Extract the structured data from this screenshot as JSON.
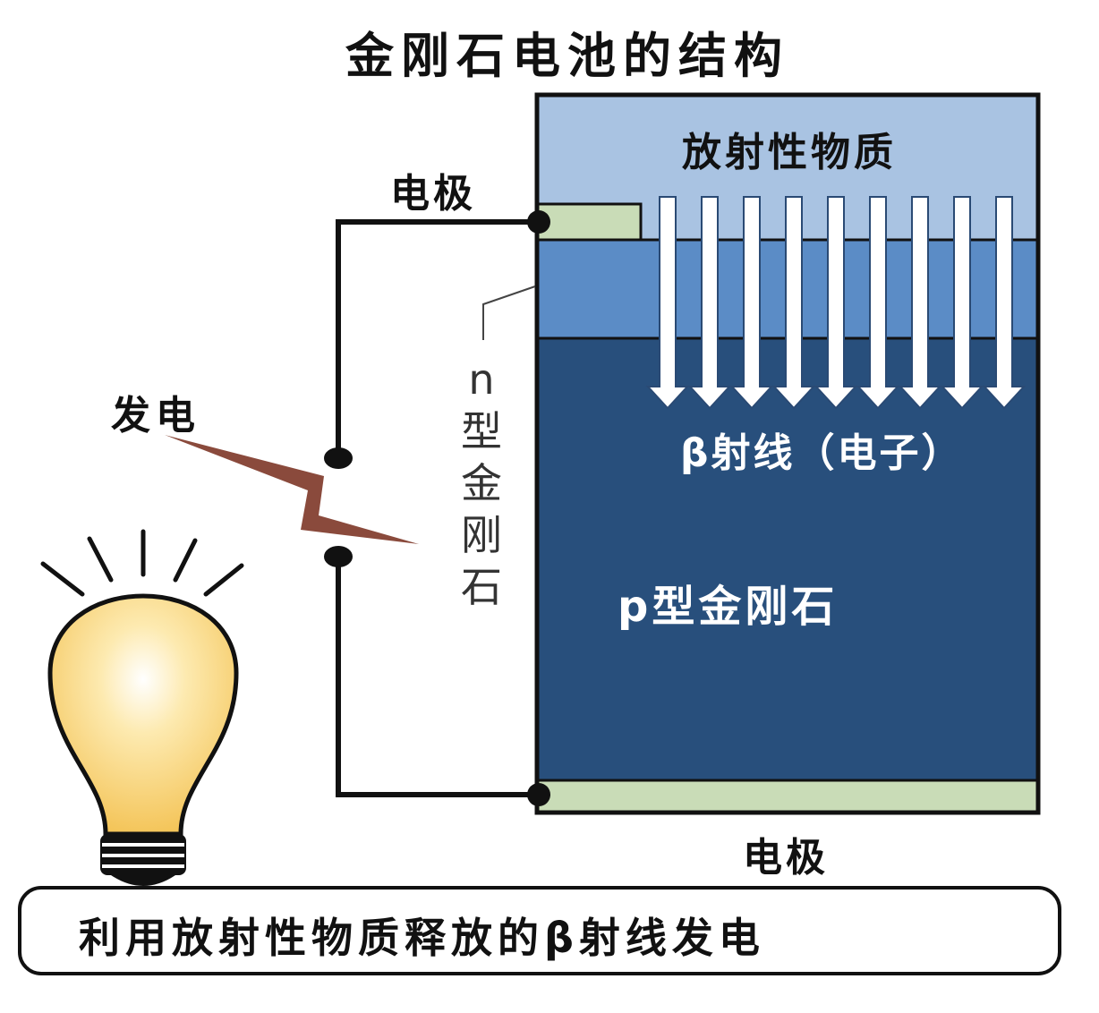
{
  "title": "金刚石电池的结构",
  "labels": {
    "radioactive_material": "放射性物质",
    "electrode_top": "电极",
    "electrode_bottom": "电极",
    "n_type_diamond": "n型金刚石",
    "p_type_diamond": "p型金刚石",
    "beta_rays": "β射线（电子）",
    "generation": "发电"
  },
  "caption": "利用放射性物质释放的β射线发电",
  "colors": {
    "radioactive_layer": "#a9c3e2",
    "n_type_layer": "#5b8cc6",
    "p_type_layer": "#284f7c",
    "electrode": "#c9dcb7",
    "spark": "#8a4a3c",
    "bulb_glow": "#fbd978",
    "outline": "#111111"
  },
  "icons": [
    "light-bulb-icon",
    "spark-icon",
    "down-arrow-icon"
  ]
}
